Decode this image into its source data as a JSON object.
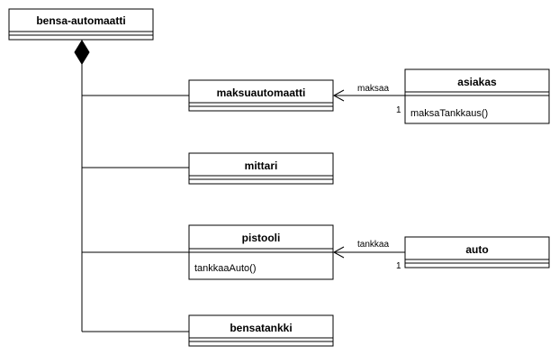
{
  "classes": {
    "bensa_automaatti": {
      "name": "bensa-automaatti"
    },
    "maksuautomaatti": {
      "name": "maksuautomaatti"
    },
    "mittari": {
      "name": "mittari"
    },
    "pistooli": {
      "name": "pistooli",
      "operation": "tankkaaAuto()"
    },
    "bensatankki": {
      "name": "bensatankki"
    },
    "asiakas": {
      "name": "asiakas",
      "operation": "maksaTankkaus()"
    },
    "auto": {
      "name": "auto"
    }
  },
  "associations": {
    "asiakas_to_maksuautomaatti": {
      "label": "maksaa",
      "multiplicity": "1"
    },
    "auto_to_pistooli": {
      "label": "tankkaa",
      "multiplicity": "1"
    }
  },
  "colors": {
    "line": "#000000",
    "background": "#ffffff"
  }
}
